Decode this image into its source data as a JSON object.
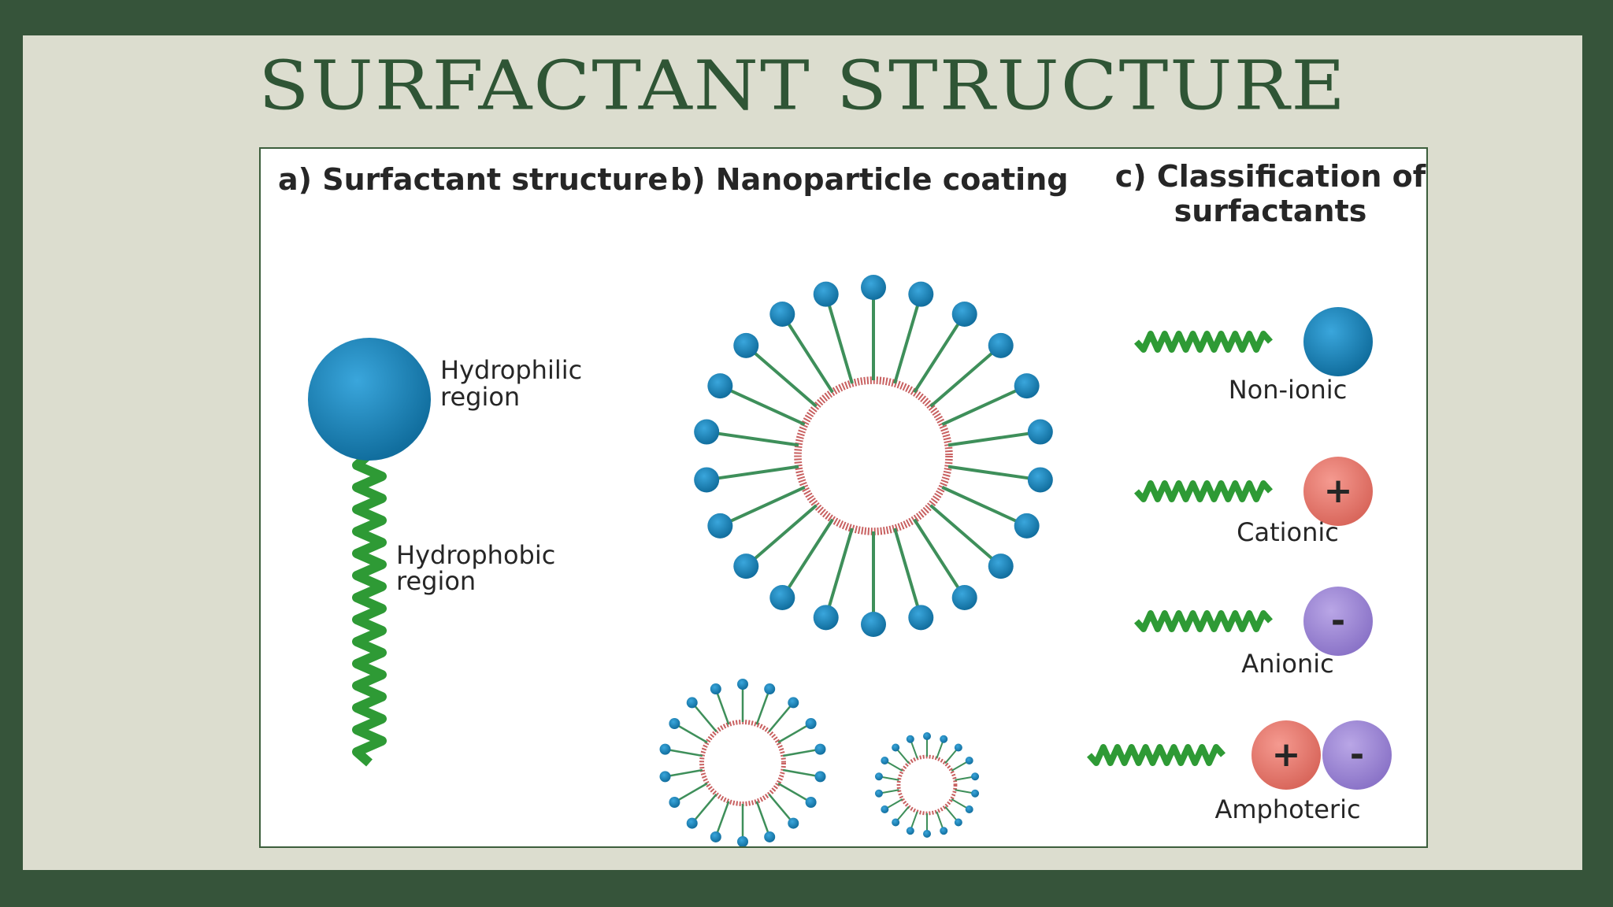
{
  "slide": {
    "title": "SURFACTANT STRUCTURE"
  },
  "figure": {
    "panel_a": {
      "heading": "a) Surfactant structure",
      "head_label_line1": "Hydrophilic",
      "head_label_line2": "region",
      "tail_label_line1": "Hydrophobic",
      "tail_label_line2": "region"
    },
    "panel_b": {
      "heading": "b) Nanoparticle coating"
    },
    "panel_c": {
      "heading_line1": "c) Classification of",
      "heading_line2": "surfactants",
      "types": [
        {
          "name": "Non-ionic",
          "charges": []
        },
        {
          "name": "Cationic",
          "charges": [
            "+"
          ]
        },
        {
          "name": "Anionic",
          "charges": [
            "-"
          ]
        },
        {
          "name": "Amphoteric",
          "charges": [
            "+",
            "-"
          ]
        }
      ]
    }
  },
  "colors": {
    "slide_border": "#36543a",
    "slide_bg": "#dcddcf",
    "title": "#2f5535",
    "head_blue": "#1a86c0",
    "tail_green": "#2e9a35",
    "cation_red": "#ee7b70",
    "anion_purple": "#a08ad6",
    "core_red": "#c86060"
  }
}
